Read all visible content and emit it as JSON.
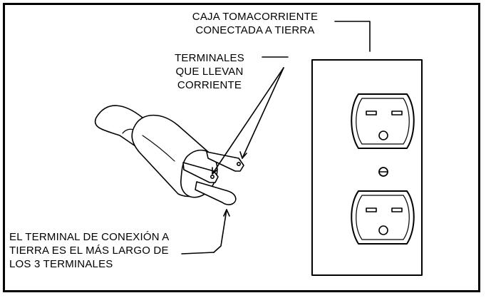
{
  "labels": {
    "outlet": "CAJA TOMACORRIENTE\nCONECTADA A TIERRA",
    "terminals": "TERMINALES\nQUE LLEVAN\nCORRIENTE",
    "ground": "EL TERMINAL DE CONEXIÓN A\nTIERRA ES EL MÁS LARGO DE\nLOS 3 TERMINALES"
  },
  "colors": {
    "line": "#000000",
    "background": "#ffffff"
  }
}
